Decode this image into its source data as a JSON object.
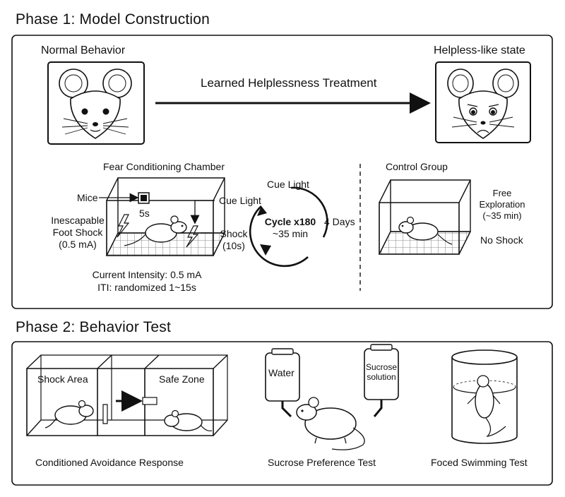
{
  "phase1": {
    "title": "Phase 1: Model Construction",
    "normal_label": "Normal Behavior",
    "helpless_label": "Helpless-like state",
    "treatment_label": "Learned Helplessness Treatment",
    "chamber": {
      "title": "Fear Conditioning Chamber",
      "mice_label": "Mice",
      "timer_label": "5s",
      "cue_light_label": "Cue Light",
      "shock_label": "Shock",
      "shock_duration": "(10s)",
      "foot_shock_line1": "Inescapable",
      "foot_shock_line2": "Foot Shock",
      "foot_shock_line3": "(0.5 mA)",
      "current_intensity": "Current Intensity: 0.5 mA",
      "iti": "ITI: randomized 1~15s"
    },
    "cycle": {
      "cue_light": "Cue Light",
      "cycle_label": "Cycle x180",
      "duration": "~35 min",
      "days": "4 Days"
    },
    "control": {
      "title": "Control Group",
      "free_line1": "Free",
      "free_line2": "Exploration",
      "free_line3": "(~35 min)",
      "no_shock": "No Shock"
    }
  },
  "phase2": {
    "title": "Phase 2: Behavior Test",
    "avoidance": {
      "shock_area": "Shock Area",
      "safe_zone": "Safe Zone",
      "caption": "Conditioned Avoidance Response"
    },
    "sucrose": {
      "water": "Water",
      "sucrose_line1": "Sucrose",
      "sucrose_line2": "solution",
      "caption": "Sucrose Preference Test"
    },
    "swim": {
      "caption": "Foced Swimming Test"
    }
  }
}
